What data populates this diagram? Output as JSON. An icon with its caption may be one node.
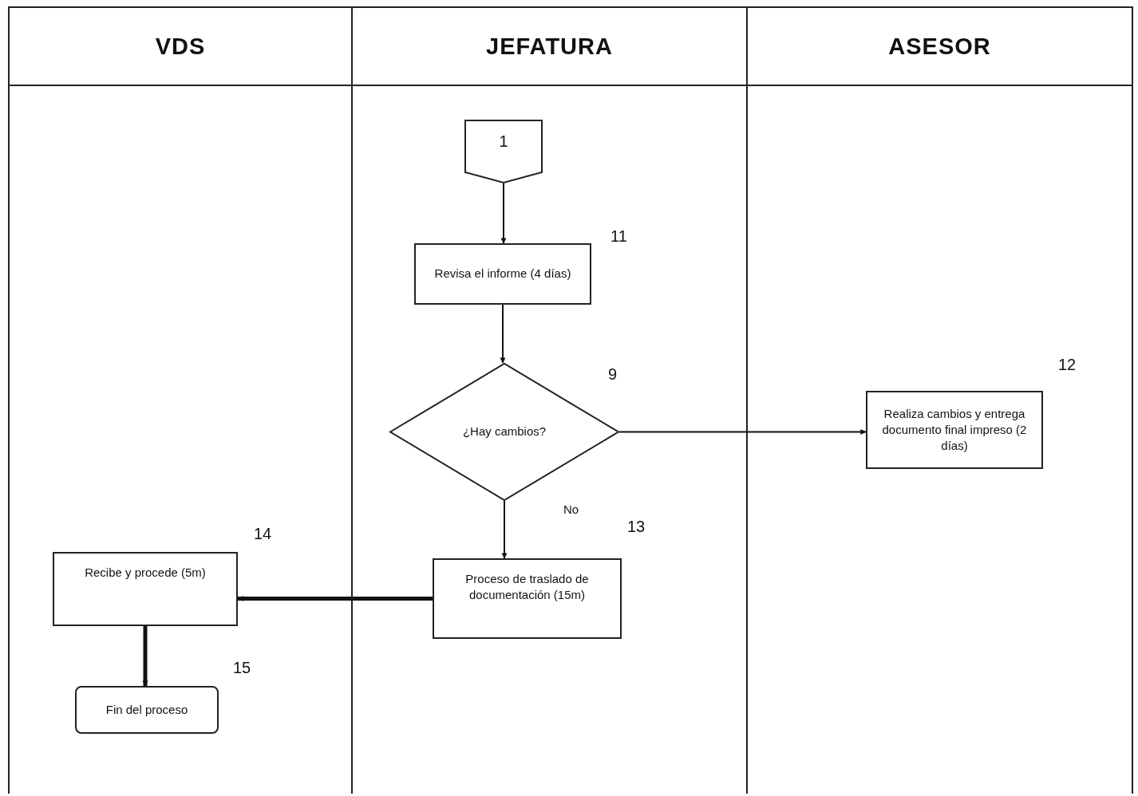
{
  "diagram": {
    "nodes": [
      {
        "text": [
          "VDS"
        ]
      },
      {
        "text": [
          "JEFATURA"
        ]
      },
      {
        "text": [
          "ASESOR"
        ]
      },
      {
        "text": [
          "1"
        ],
        "in": 1
      },
      {
        "text": [
          "Revisa el informe (4 días)"
        ],
        "in": 1,
        "beside": [
          "11"
        ]
      },
      {
        "text": [
          "¿Hay cambios?"
        ],
        "in": 1,
        "beside": [
          "9"
        ]
      },
      {
        "text": [
          "Realiza cambios y entrega documento final impreso (2 días)"
        ],
        "in": 2,
        "beside": [
          "12"
        ]
      },
      {
        "text": [
          "Proceso de traslado de documentación (15m)"
        ],
        "in": 1,
        "beside": [
          "13"
        ]
      },
      {
        "text": [
          "Recibe y procede (5m)"
        ],
        "in": 0,
        "beside": [
          "14"
        ]
      },
      {
        "text": [
          "Fin del proceso"
        ],
        "in": 0,
        "beside": [
          "15"
        ]
      }
    ],
    "edges": [
      {
        "from": 3,
        "to": 4,
        "arrow": "to"
      },
      {
        "from": 4,
        "to": 5,
        "arrow": "to"
      },
      {
        "from": 5,
        "to": 6,
        "arrow": "to"
      },
      {
        "from": 5,
        "to": 7,
        "arrow": "to",
        "label": "No"
      },
      {
        "from": 7,
        "to": 8,
        "arrow": "to",
        "style": "thick"
      },
      {
        "from": 8,
        "to": 9,
        "arrow": "to",
        "style": "thick"
      }
    ]
  }
}
